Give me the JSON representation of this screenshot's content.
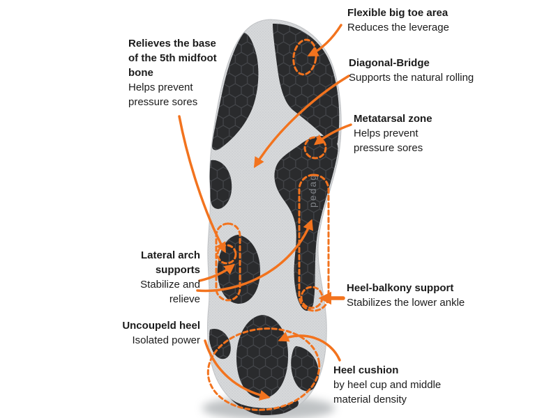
{
  "colors": {
    "accent": "#f2731e",
    "text": "#1b1b1b",
    "insole_dark": "#2a2b2d",
    "insole_light": "#d7d9db"
  },
  "insole": {
    "logo": "pedag"
  },
  "annotations": [
    {
      "id": "flexible-big-toe",
      "title": "Flexible big toe area",
      "description": "Reduces the leverage"
    },
    {
      "id": "relieves-5th-midfoot",
      "title": "Relieves the base of the 5th midfoot bone",
      "description": "Helps prevent pressure sores"
    },
    {
      "id": "diagonal-bridge",
      "title": "Diagonal-Bridge",
      "description": "Supports the natural rolling"
    },
    {
      "id": "metatarsal-zone",
      "title": "Metatarsal zone",
      "description": "Helps prevent pressure sores"
    },
    {
      "id": "lateral-arch",
      "title": "Lateral arch supports",
      "description": "Stabilize and relieve"
    },
    {
      "id": "heel-balkony",
      "title": "Heel-balkony support",
      "description": "Stabilizes the lower ankle"
    },
    {
      "id": "uncoupeld-heel",
      "title": "Uncoupeld heel",
      "description": "Isolated power"
    },
    {
      "id": "heel-cushion",
      "title": "Heel cushion",
      "description": "by heel cup and middle material density"
    }
  ]
}
